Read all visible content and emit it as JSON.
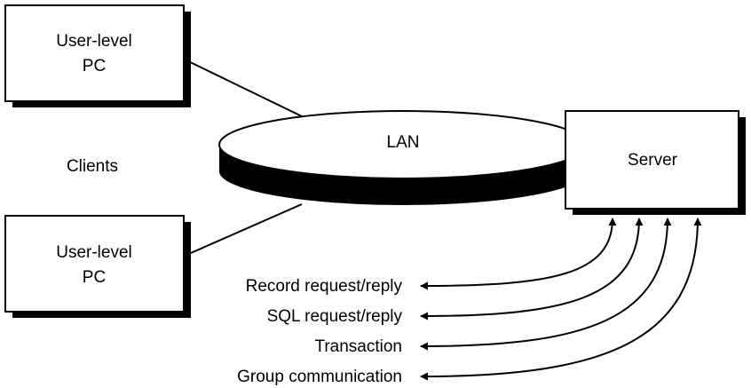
{
  "clients": {
    "label": "Clients",
    "pc_top": {
      "line1": "User-level",
      "line2": "PC"
    },
    "pc_bottom": {
      "line1": "User-level",
      "line2": "PC"
    }
  },
  "network": {
    "label": "LAN"
  },
  "server": {
    "label": "Server"
  },
  "interactions": [
    {
      "label": "Record request/reply"
    },
    {
      "label": "SQL request/reply"
    },
    {
      "label": "Transaction"
    },
    {
      "label": "Group communication"
    }
  ]
}
